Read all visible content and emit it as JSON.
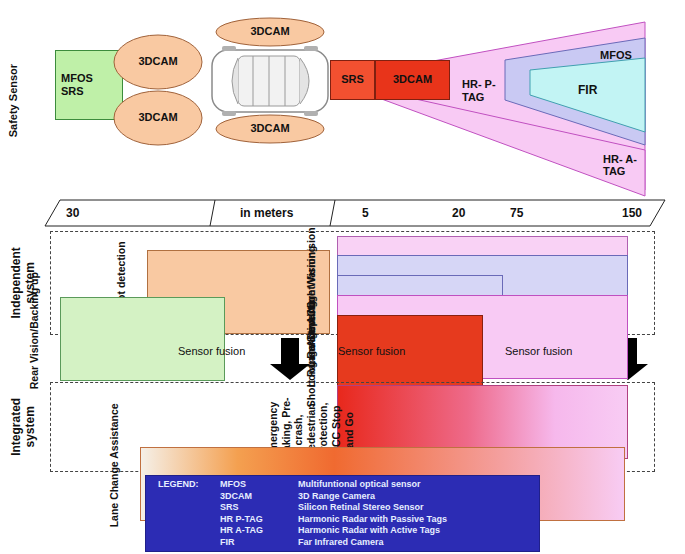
{
  "diagram": {
    "nodes": [
      {
        "text": [
          "MFOS SRS"
        ]
      },
      {
        "text": [
          "3DCAM"
        ]
      },
      {
        "text": [
          "3DCAM"
        ]
      },
      {
        "text": [
          "3DCAM"
        ]
      },
      {
        "text": [
          "3DCAM"
        ]
      },
      {
        "text": [
          "SRS"
        ]
      },
      {
        "text": [
          "3DCAM"
        ]
      },
      {
        "text": [
          "HR- P-TAG"
        ]
      },
      {
        "text": [
          "MFOS"
        ]
      },
      {
        "text": [
          "FIR"
        ]
      },
      {
        "text": [
          "HR- A-TAG"
        ]
      },
      {
        "text": [
          "30",
          "in meters",
          "5",
          "20",
          "75",
          "150"
        ]
      },
      {
        "text": [
          "Independent system"
        ]
      },
      {
        "text": [
          "Passive night vision"
        ],
        "in": 12
      },
      {
        "text": [
          "Blind spot detection"
        ],
        "in": 12
      },
      {
        "text": [
          "Active Night Vision"
        ],
        "in": 12
      },
      {
        "text": [
          "Lane Departure Warning"
        ],
        "in": 12
      },
      {
        "text": [
          "Rear Vision/Backing up"
        ],
        "in": 12
      },
      {
        "text": [
          "Long Range ACC"
        ],
        "in": 12
      },
      {
        "text": [
          "Short Range Sensing"
        ],
        "in": 12
      },
      {
        "text": [
          "Integrated system"
        ]
      },
      {
        "text": [
          "Emergency Braking, Pre-crash, Pedestrian Protection, ACC Stop and Go"
        ],
        "in": 20
      },
      {
        "text": [
          "Lane Change Assistance"
        ],
        "in": 20
      },
      {
        "text": [
          "LEGEND:",
          "MFOS",
          "Multifuntional optical sensor",
          "3DCAM",
          "3D Range Camera",
          "SRS",
          "Silicon Retinal Stereo Sensor",
          "HR P-TAG",
          "Harmonic Radar with Passive Tags",
          "HR A-TAG",
          "Harmonic Radar with Active Tags",
          "FIR",
          "Far Infrared Camera"
        ]
      }
    ],
    "edges": [
      {
        "from": 12,
        "to": 20,
        "arrow": "to"
      },
      {
        "from": 12,
        "to": 20,
        "arrow": "to"
      },
      {
        "from": 12,
        "to": 20,
        "arrow": "to"
      },
      {
        "from": 12,
        "to": 20,
        "arrow": "to"
      }
    ],
    "labels": [
      "Safety Sensor",
      "Sensor fusion",
      "Sensor fusion",
      "Sensor fusion"
    ]
  }
}
